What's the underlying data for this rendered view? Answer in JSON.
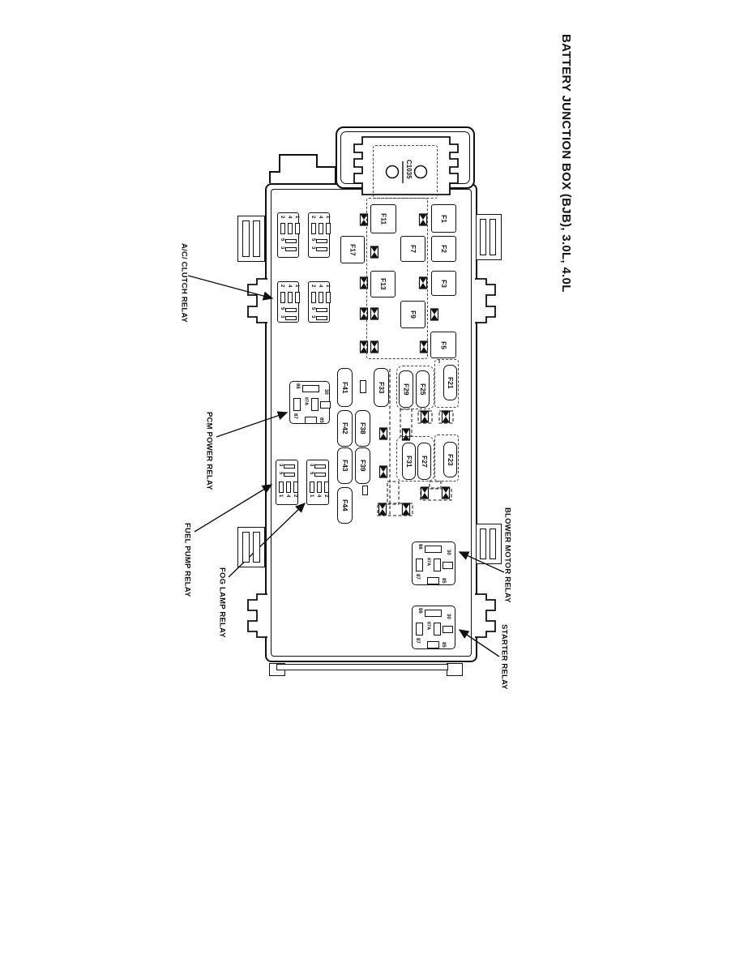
{
  "title": {
    "text": "BATTERY JUNCTION BOX (BJB), 3.0L, 4.0L"
  },
  "connector": {
    "label": "C1035"
  },
  "fuses": [
    {
      "label": "F11"
    },
    {
      "label": "F1"
    },
    {
      "label": "F17"
    },
    {
      "label": "F7"
    },
    {
      "label": "F2"
    },
    {
      "label": "F13"
    },
    {
      "label": "F3"
    },
    {
      "label": "F9"
    },
    {
      "label": "F5"
    },
    {
      "label": "F41"
    },
    {
      "label": "F33"
    },
    {
      "label": "F42"
    },
    {
      "label": "F38"
    },
    {
      "label": "F43"
    },
    {
      "label": "F39"
    },
    {
      "label": "F44"
    },
    {
      "label": "F29"
    },
    {
      "label": "F25"
    },
    {
      "label": "F21"
    },
    {
      "label": "F31"
    },
    {
      "label": "F27"
    },
    {
      "label": "F23"
    }
  ],
  "relays": {
    "micro_upper_pins": [
      "2",
      "4",
      "1",
      "5",
      "3"
    ],
    "micro_lower_pins": [
      "3",
      "5",
      "1",
      "4",
      "2"
    ],
    "power_pins": [
      "86",
      "30",
      "87A",
      "87",
      "85"
    ],
    "callouts": [
      {
        "label": "A/C/ CLUTCH RELAY"
      },
      {
        "label": "PCM POWER RELAY"
      },
      {
        "label": "FUEL PUMP RELAY"
      },
      {
        "label": "FOG LAMP RELAY"
      },
      {
        "label": "BLOWER MOTOR RELAY"
      },
      {
        "label": "STARTER RELAY"
      }
    ]
  },
  "colors": {
    "line": "#111111",
    "background": "#ffffff"
  }
}
